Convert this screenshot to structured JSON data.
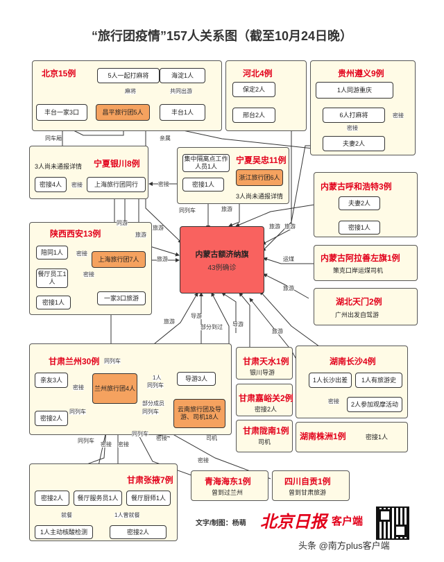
{
  "title": "“旅行团疫情”157人关系图（截至10月24日晚）",
  "center": {
    "name": "内蒙古额济纳旗",
    "count": "43例确诊"
  },
  "beijing": {
    "title": "北京15例",
    "mahjong": "5人一起打麻将",
    "haidian": "海淀1人",
    "fengtai_family": "丰台一家3口",
    "changping": "昌平旅行团5人",
    "fengtai1": "丰台1人",
    "l_trip": "共同出游",
    "l_mj": "麻将"
  },
  "hebei": {
    "title": "河北4例",
    "baoding": "保定2人",
    "xingtai": "邢台2人"
  },
  "guizhou": {
    "title": "贵州遵义9例",
    "chongqing": "1人同游重庆",
    "mahjong6": "6人打麻将",
    "couple": "夫妻2人",
    "l_close": "密接",
    "l_close2": "密接"
  },
  "ningxia_yc": {
    "title": "宁夏银川8例",
    "unreported": "3人尚未通报详情",
    "close4": "密接4人",
    "shanghai_group": "上海旅行团同行",
    "l_close": "密接"
  },
  "ningxia_wz": {
    "title": "宁夏吴忠11例",
    "isolation": "集中隔离点工作人员1人",
    "close1": "密接1人",
    "zhejiang": "浙江旅行团6人",
    "unreported": "3人尚未通报详情",
    "l_close": "密接"
  },
  "hohhot": {
    "title": "内蒙古呼和浩特3例",
    "couple": "夫妻2人",
    "close1": "密接1人"
  },
  "alxa": {
    "title": "内蒙古阿拉善左旗1例",
    "driver": "策克口岸运煤司机"
  },
  "tianmen": {
    "title": "湖北天门2例",
    "guangzhou": "广州出发自驾游"
  },
  "xian": {
    "title": "陕西西安13例",
    "companion": "陪同1人",
    "restaurant": "餐厅员工1人",
    "close1": "密接1人",
    "shanghai7": "上海旅行团7人",
    "family3": "一家3口旅游",
    "l_close1": "密接",
    "l_close2": "密接"
  },
  "lanzhou": {
    "title": "甘肃兰州30例",
    "relatives": "亲友3人",
    "close2": "密接2人",
    "group4": "兰州旅行团4人",
    "guide3": "导游3人",
    "yunnan": "云南旅行团及导游、司机18人",
    "l_close": "密接",
    "l_same_car": "同列车",
    "l_same_car2": "同列车",
    "l_1p": "1人",
    "l_1p_car": "同列车",
    "l_partial": "部分成员",
    "l_partial_car": "同列车"
  },
  "tianshui": {
    "title": "甘肃天水1例",
    "yinchuan": "银川导游"
  },
  "jiayuguan": {
    "title": "甘肃嘉峪关2例",
    "close2": "密接2人"
  },
  "longnan": {
    "title": "甘肃陇南1例",
    "driver": "司机"
  },
  "changsha": {
    "title": "湖南长沙4例",
    "out1": "1人长沙出差",
    "tour1": "1人有旅游史",
    "obs2": "2人参加观摩活动",
    "l_close": "密接"
  },
  "zhuzhou": {
    "title": "湖南株洲1例",
    "close1": "密接1人"
  },
  "zhangye": {
    "title": "甘肃张掖7例",
    "close2": "密接2人",
    "waiter": "餐厅服务员1人",
    "chef": "餐厅厨师1人",
    "self_test": "1人主动核酸检测",
    "close2b": "密接2人",
    "l_meal": "就餐",
    "l_meal2": "1人曾就餐"
  },
  "haidong": {
    "title": "青海海东1例",
    "visited": "曾到过兰州"
  },
  "zigong": {
    "title": "四川自贡1例",
    "toured": "曾到甘肃旅游"
  },
  "edge_labels": {
    "same_car1": "同车厢",
    "relatives": "亲属",
    "tour1": "旅游",
    "tour2": "旅游",
    "tour3": "旅游",
    "same_car_yc": "同列车",
    "tour_yc": "旅游",
    "tour_xa": "旅游",
    "tour_xa2": "旅游",
    "coal": "运煤",
    "tour_tm": "旅游",
    "tour_lz": "旅游",
    "guide1": "导游",
    "partial": "部分到过",
    "guide2": "导游",
    "tour_cs": "旅游",
    "together": "同游",
    "close_cs": "密接",
    "same_car_zy": "同列车",
    "close_zy1": "密接",
    "close_zy2": "密接",
    "driver_lbl": "司机",
    "close_zy3": "密接",
    "same_car_zy2": "同列车",
    "close_hd": "密接"
  },
  "footer": {
    "author": "文字/制图：杨萌",
    "logo": "北京日报",
    "logo2": "客户端",
    "watermark": "头条 @南方plus客户端"
  }
}
